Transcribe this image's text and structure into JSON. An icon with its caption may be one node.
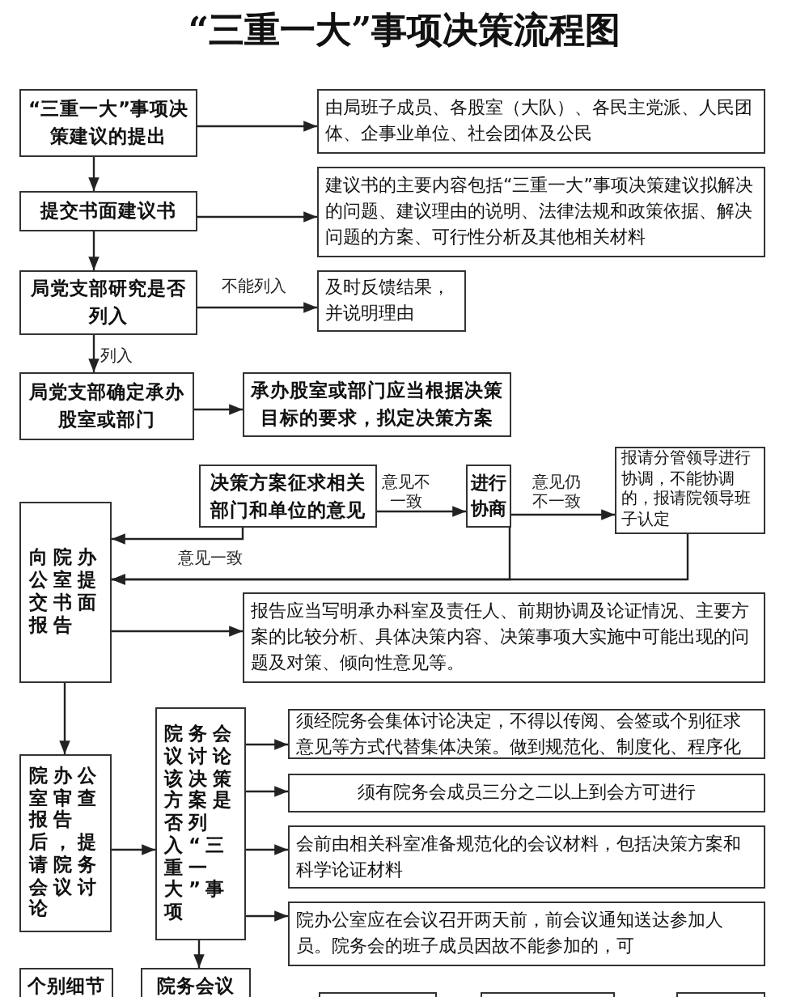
{
  "diagram": {
    "title": "“三重一大”事项决策流程图",
    "nodes": [
      {
        "text": [
          "“三重一大”事项决策建议的提出"
        ]
      },
      {
        "text": [
          "由局班子成员、各股室（大队）、各民主党派、人民团体、企事业单位、社会团体及公民"
        ]
      },
      {
        "text": [
          "提交书面建议书"
        ]
      },
      {
        "text": [
          "建议书的主要内容包括“三重一大”事项决策建议拟解决的问题、建议理由的说明、法律法规和政策依据、解决问题的方案、可行性分析及其他相关材料"
        ]
      },
      {
        "text": [
          "局党支部研究是否列入"
        ]
      },
      {
        "text": [
          "及时反馈结果，并说明理由"
        ]
      },
      {
        "text": [
          "局党支部确定承办股室或部门"
        ]
      },
      {
        "text": [
          "承办股室或部门应当根据决策目标的要求，拟定决策方案"
        ]
      },
      {
        "text": [
          "决策方案征求相关部门和单位的意见"
        ]
      },
      {
        "text": [
          "进行协商"
        ]
      },
      {
        "text": [
          "报请分管领导进行协调，不能协调的，报请院领导班子认定"
        ]
      },
      {
        "text": [
          "向院办公室提交书面报告"
        ]
      },
      {
        "text": [
          "报告应当写明承办科室及责任人、前期协调及论证情况、主要方案的比较分析、具体决策内容、决策事项大实施中可能出现的问题及对策、倾向性意见等。"
        ]
      },
      {
        "text": [
          "院办公室审查报告后，提请院务会议讨论"
        ]
      },
      {
        "text": [
          "院务会议讨论该决策方案是否列入“三重一大”事项"
        ]
      },
      {
        "text": [
          "须经院务会集体讨论决定，不得以传阅、会签或个别征求意见等方式代替集体决策。做到规范化、制度化、程序化"
        ]
      },
      {
        "text": [
          "须有院务会成员三分之二以上到会方可进行"
        ]
      },
      {
        "text": [
          "会前由相关科室准备规范化的会议材料，包括决策方案和科学论证材料"
        ]
      },
      {
        "text": [
          "院办公室应在会议召开两天前，前会议通知送达参加人员。院务会的班子成员因故不能参加的，可"
        ]
      },
      {
        "text": [
          "个别细节和"
        ]
      },
      {
        "text": [
          "院务会议讨"
        ]
      },
      {
        "text": [],
        "shape": "box"
      },
      {
        "text": [],
        "shape": "box"
      },
      {
        "text": [],
        "shape": "box"
      }
    ],
    "edges": [
      {
        "from": 0,
        "to": 1,
        "arrow": "to"
      },
      {
        "from": 0,
        "to": 2,
        "arrow": "to"
      },
      {
        "from": 2,
        "to": 3,
        "arrow": "to"
      },
      {
        "from": 2,
        "to": 4,
        "arrow": "to"
      },
      {
        "from": 4,
        "to": 5,
        "arrow": "to",
        "label": "不能列入"
      },
      {
        "from": 4,
        "to": 6,
        "arrow": "to",
        "label": "列入"
      },
      {
        "from": 6,
        "to": 7,
        "arrow": "to"
      },
      {
        "from": 8,
        "to": 9,
        "arrow": "to",
        "label": "意见不一致"
      },
      {
        "from": 9,
        "to": 10,
        "arrow": "to",
        "label": "意见仍不一致"
      },
      {
        "from": 8,
        "to": 11,
        "arrow": "to",
        "label": "意见一致"
      },
      {
        "from": 9,
        "to": 11,
        "arrow": "to"
      },
      {
        "from": 10,
        "to": 11,
        "arrow": "to"
      },
      {
        "from": 11,
        "to": 12,
        "arrow": "to"
      },
      {
        "from": 11,
        "to": 13,
        "arrow": "to"
      },
      {
        "from": 13,
        "to": 14,
        "arrow": "to"
      },
      {
        "from": 14,
        "to": 15,
        "arrow": "to"
      },
      {
        "from": 14,
        "to": 16,
        "arrow": "to"
      },
      {
        "from": 14,
        "to": 17,
        "arrow": "to"
      },
      {
        "from": 14,
        "to": 18,
        "arrow": "to"
      },
      {
        "from": 14,
        "to": 20,
        "arrow": "to"
      }
    ]
  }
}
